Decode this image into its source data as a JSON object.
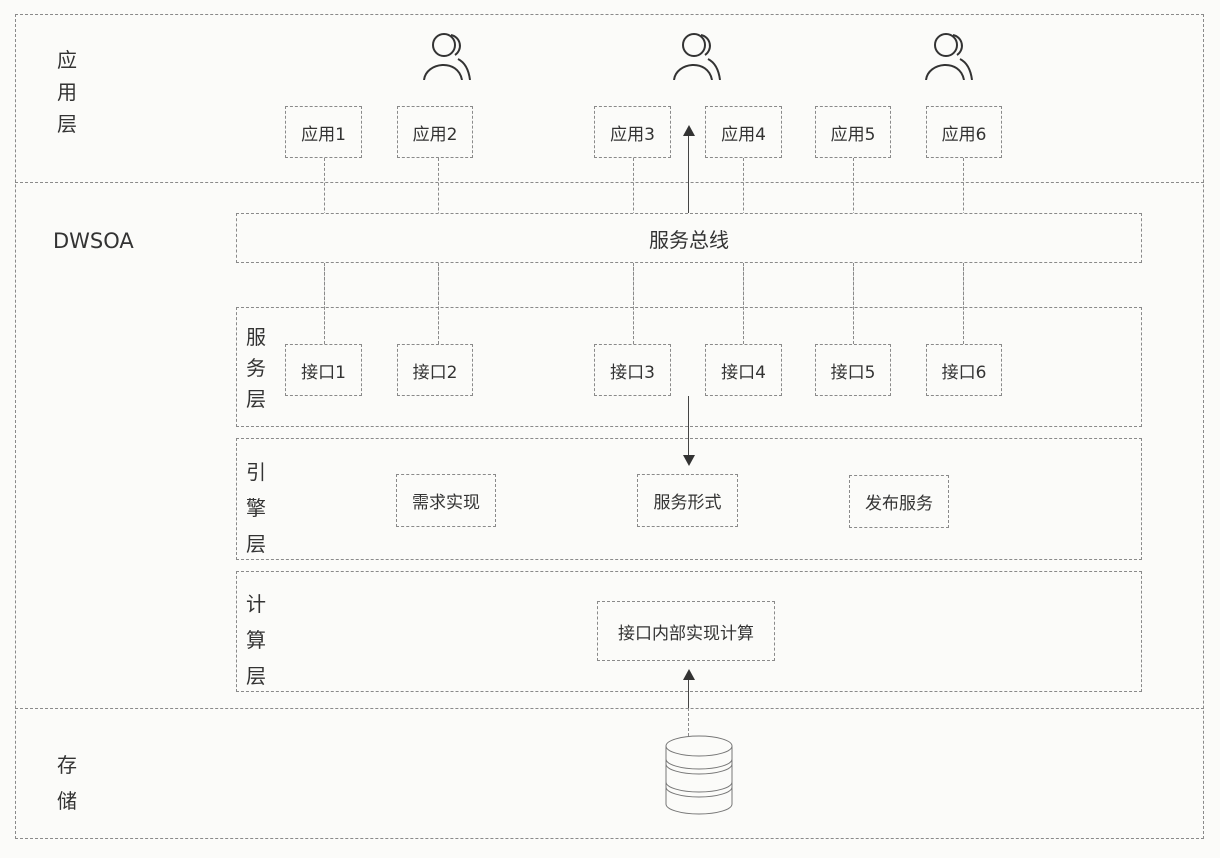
{
  "diagram": {
    "layers": {
      "application": {
        "label": "应用层",
        "chars": [
          "应",
          "用",
          "层"
        ]
      },
      "dwsoa": {
        "label": "DWSOA"
      },
      "storage": {
        "label": "存储",
        "chars": [
          "存",
          "储"
        ]
      }
    },
    "users": [
      {
        "icon": "users-icon"
      },
      {
        "icon": "users-icon"
      },
      {
        "icon": "users-icon"
      }
    ],
    "applications": [
      "应用1",
      "应用2",
      "应用3",
      "应用4",
      "应用5",
      "应用6"
    ],
    "service_bus": {
      "label": "服务总线"
    },
    "service_layer": {
      "label": "服务层",
      "chars": [
        "服",
        "务",
        "层"
      ],
      "interfaces": [
        "接口1",
        "接口2",
        "接口3",
        "接口4",
        "接口5",
        "接口6"
      ]
    },
    "engine_layer": {
      "label": "引擎层",
      "chars": [
        "引",
        "擎",
        "层"
      ],
      "components": [
        "需求实现",
        "服务形式",
        "发布服务"
      ]
    },
    "compute_layer": {
      "label": "计算层",
      "chars": [
        "计",
        "算",
        "层"
      ],
      "components": [
        "接口内部实现计算"
      ]
    },
    "storage_icon": "database-icon"
  }
}
